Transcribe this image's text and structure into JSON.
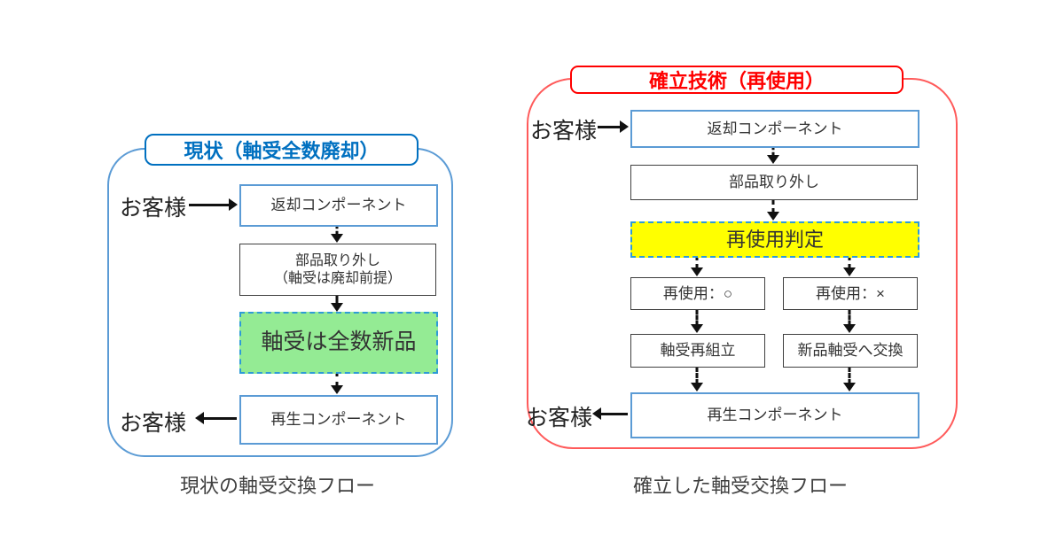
{
  "colors": {
    "blue_strong": "#0070C0",
    "blue_light": "#5B9BD5",
    "red_strong": "#FF0000",
    "red_light": "#FF5A5A",
    "green_fill": "#94EB94",
    "yellow_fill": "#FFFF00",
    "dashed_border_blue": "#2E9BD6",
    "box_border_dark": "#3F3F3F",
    "arrow_black": "#111111"
  },
  "left_panel": {
    "title": "現状（軸受全数廃却）",
    "customer_top": "お客様",
    "customer_bottom": "お客様",
    "nodes": {
      "returned_component": "返却コンポーネント",
      "parts_removal_line1": "部品取り外し",
      "parts_removal_line2": "（軸受は廃却前提）",
      "all_new_bearings": "軸受は全数新品",
      "regenerated_component": "再生コンポーネント"
    },
    "caption": "現状の軸受交換フロー"
  },
  "right_panel": {
    "title": "確立技術（再使用）",
    "customer_top": "お客様",
    "customer_bottom": "お客様",
    "nodes": {
      "returned_component": "返却コンポーネント",
      "parts_removal": "部品取り外し",
      "reuse_judgment": "再使用判定",
      "reuse_ok": "再使用：○",
      "reuse_ng": "再使用：×",
      "bearing_reassembly": "軸受再組立",
      "replace_with_new": "新品軸受へ交換",
      "regenerated_component": "再生コンポーネント"
    },
    "caption": "確立した軸受交換フロー"
  }
}
